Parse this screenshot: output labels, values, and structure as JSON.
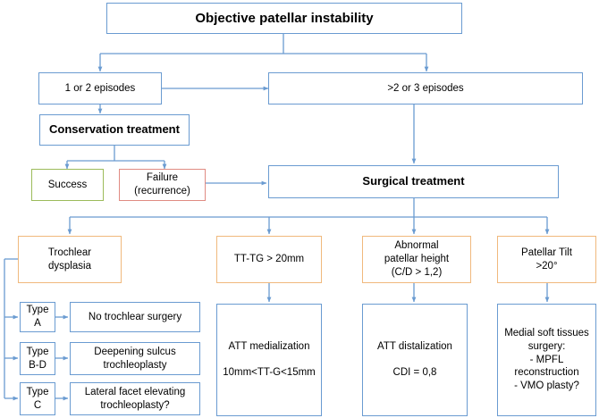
{
  "diagram": {
    "title": "Objective patellar instability",
    "accent_blue": "#6a9bd1",
    "accent_orange": "#f0b97d",
    "accent_green": "#9cbb5a",
    "accent_red": "#e08b82"
  },
  "nodes": {
    "root": "Objective patellar instability",
    "episodes_few": "1 or 2 episodes",
    "episodes_many": ">2 or 3 episodes",
    "conservation": "Conservation treatment",
    "success": "Success",
    "failure": "Failure\n(recurrence)",
    "surgical": "Surgical treatment",
    "trochlear_dysplasia": "Trochlear\ndysplasia",
    "tt_tg": "TT-TG > 20mm",
    "patellar_height": "Abnormal\npatellar height\n(C/D > 1,2)",
    "patellar_tilt": "Patellar Tilt\n>20°",
    "type_a": "Type\nA",
    "type_bd": "Type\nB-D",
    "type_c": "Type\nC",
    "type_a_treatment": "No trochlear surgery",
    "type_bd_treatment": "Deepening sulcus\ntrochleoplasty",
    "type_c_treatment": "Lateral facet elevating\ntrochleoplasty?",
    "att_medialization": "ATT medialization\n\n10mm<TT-G<15mm",
    "att_distalization": "ATT distalization\n\nCDI = 0,8",
    "medial_soft_tissues": "Medial soft tissues\nsurgery:\n- MPFL\nreconstruction\n- VMO plasty?"
  }
}
